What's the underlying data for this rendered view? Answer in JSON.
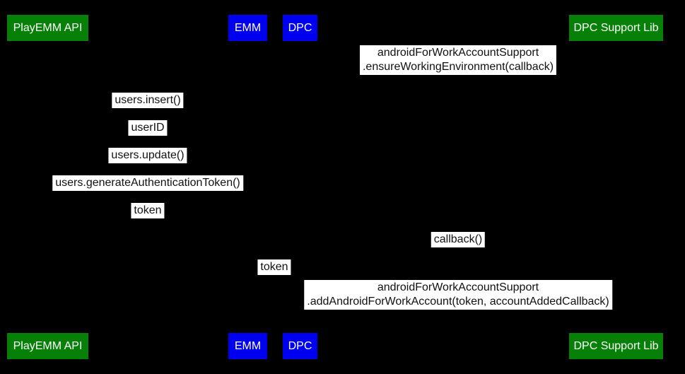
{
  "diagram": {
    "type": "sequence-diagram",
    "background_color": "#000000",
    "message_label_bg": "#ffffff",
    "message_label_text_color": "#111111",
    "actor_text_color": "#ffffff",
    "actor_colors": {
      "green": "#068006",
      "blue": "#0000f0"
    },
    "actors": [
      {
        "label": "PlayEMM API",
        "color": "#068006"
      },
      {
        "label": "EMM",
        "color": "#0000f0"
      },
      {
        "label": "DPC",
        "color": "#0000f0"
      },
      {
        "label": "DPC Support Lib",
        "color": "#068006"
      }
    ],
    "messages": [
      {
        "lines": [
          "androidForWorkAccountSupport",
          ".ensureWorkingEnvironment(callback)"
        ]
      },
      {
        "label": "users.insert()"
      },
      {
        "label": "userID"
      },
      {
        "label": "users.update()"
      },
      {
        "label": "users.generateAuthenticationToken()"
      },
      {
        "label": "token"
      },
      {
        "label": "callback()"
      },
      {
        "label": "token"
      },
      {
        "lines": [
          "androidForWorkAccountSupport",
          ".addAndroidForWorkAccount(token, accountAddedCallback)"
        ]
      }
    ]
  }
}
